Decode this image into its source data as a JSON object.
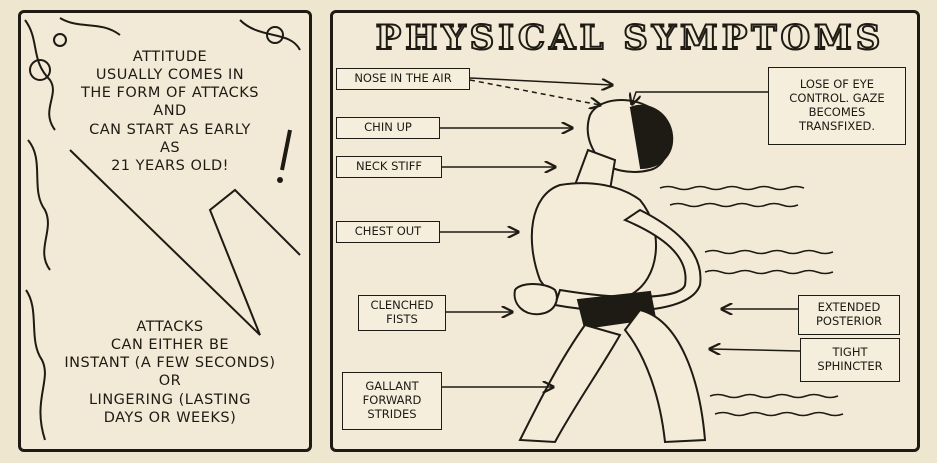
{
  "left_panel": {
    "attitude_lines": [
      "ATTITUDE",
      "USUALLY COMES IN",
      "THE FORM OF ATTACKS",
      "AND",
      "CAN START AS EARLY",
      "AS",
      "21 YEARS OLD!"
    ],
    "attacks_lines": [
      "ATTACKS",
      "CAN EITHER BE",
      "INSTANT (A FEW SECONDS)",
      "OR",
      "LINGERING (LASTING",
      "DAYS OR WEEKS)"
    ]
  },
  "right_panel": {
    "title": "PHYSICAL SYMPTOMS",
    "labels": {
      "nose": "NOSE IN THE AIR",
      "chin": "CHIN UP",
      "neck": "NECK STIFF",
      "chest": "CHEST OUT",
      "fists": "CLENCHED FISTS",
      "strides": "GALLANT FORWARD STRIDES",
      "eye": "LOSE OF EYE CONTROL. GAZE BECOMES TRANSFIXED.",
      "posterior": "EXTENDED POSTERIOR",
      "sphincter": "TIGHT SPHINCTER"
    }
  }
}
